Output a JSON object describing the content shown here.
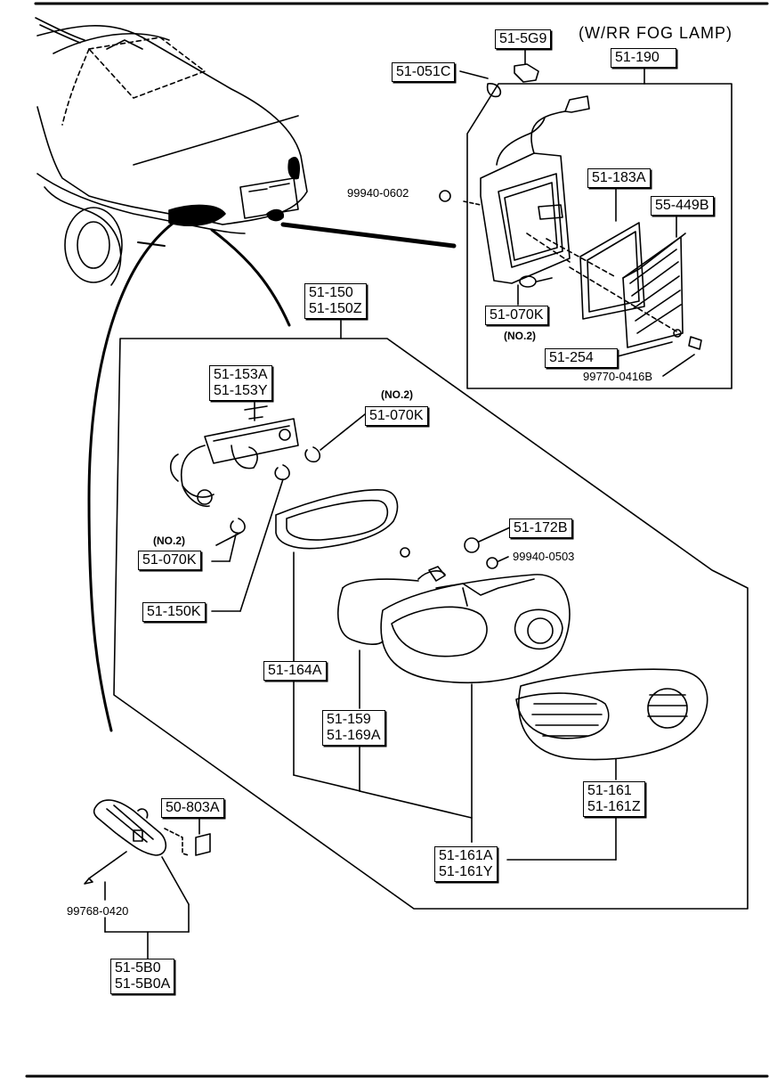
{
  "title": "(W/RR FOG LAMP)",
  "parts": {
    "p515g9": "51-5G9",
    "p51051c": "51-051C",
    "p51190": "51-190",
    "p99940_0602": "99940-0602",
    "p51183a": "51-183A",
    "p55449b": "55-449B",
    "p51070k_fog": "51-070K",
    "no2_fog": "(NO.2)",
    "p51254": "51-254",
    "p99770": "99770-0416B",
    "p51150": "51-150",
    "p51150z": "51-150Z",
    "p51153a": "51-153A",
    "p51153y": "51-153Y",
    "no2_top": "(NO.2)",
    "p51070k_top": "51-070K",
    "no2_left": "(NO.2)",
    "p51070k_left": "51-070K",
    "p51172b": "51-172B",
    "p99940_0503": "99940-0503",
    "p51150k": "51-150K",
    "p51164a": "51-164A",
    "p51159": "51-159",
    "p51169a": "51-169A",
    "p51161": "51-161",
    "p51161z": "51-161Z",
    "p50803a": "50-803A",
    "p51161a": "51-161A",
    "p51161y": "51-161Y",
    "p99768": "99768-0420",
    "p515b0": "51-5B0",
    "p515b0a": "51-5B0A"
  }
}
